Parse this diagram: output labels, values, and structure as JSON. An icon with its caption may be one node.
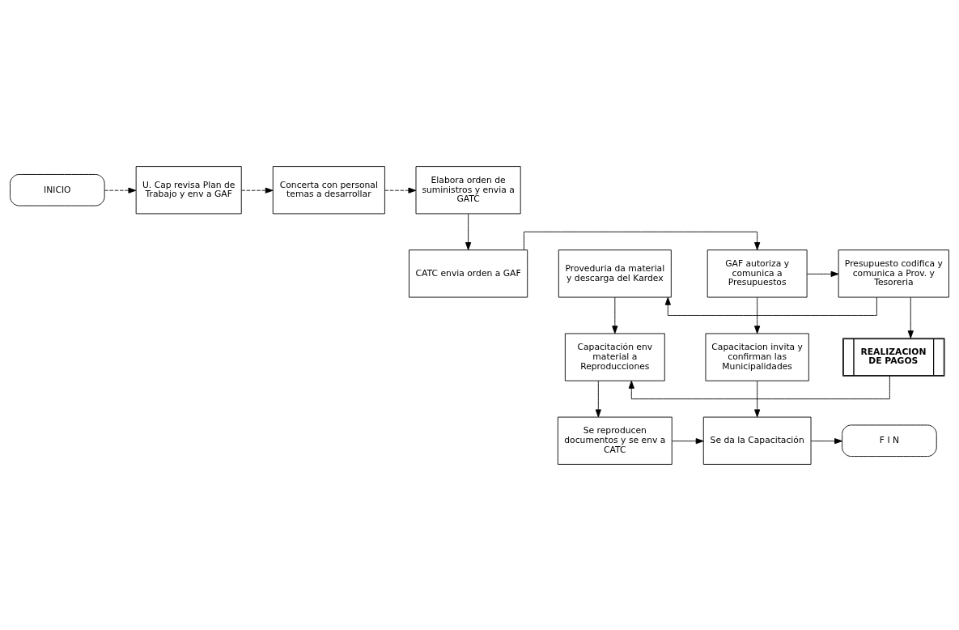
{
  "diagram": {
    "nodes": [
      {
        "text": [
          "INICIO"
        ]
      },
      {
        "text": [
          "U. Cap revisa Plan de Trabajo y env a GAF"
        ]
      },
      {
        "text": [
          "Concerta con personal temas a desarrollar"
        ]
      },
      {
        "text": [
          "Elabora orden de suministros y envia a GATC"
        ]
      },
      {
        "text": [
          "CATC envia orden a GAF"
        ]
      },
      {
        "text": [
          "GAF autoriza y comunica a Presupuestos"
        ]
      },
      {
        "text": [
          "Presupuesto codifica y comunica a Prov. y Tesoreria"
        ]
      },
      {
        "text": [
          "Proveduria da material y descarga del Kardex"
        ]
      },
      {
        "text": [
          "Capacitación env material a Reproducciones"
        ]
      },
      {
        "text": [
          "REALIZACION DE PAGOS"
        ]
      },
      {
        "text": [
          "Capacitacion invita y confirman las Municipalidades"
        ]
      },
      {
        "text": [
          "Se reproducen documentos y se env a CATC"
        ]
      },
      {
        "text": [
          "Se da la Capacitación"
        ]
      },
      {
        "text": [
          "F I N"
        ]
      }
    ],
    "edges": [
      {
        "from": 0,
        "to": 1,
        "arrow": "to",
        "style": "dashed"
      },
      {
        "from": 1,
        "to": 2,
        "arrow": "to",
        "style": "dashed"
      },
      {
        "from": 2,
        "to": 3,
        "arrow": "to",
        "style": "dashed"
      },
      {
        "from": 3,
        "to": 4,
        "arrow": "to"
      },
      {
        "from": 4,
        "to": 5,
        "arrow": "to"
      },
      {
        "from": 5,
        "to": 6,
        "arrow": "to"
      },
      {
        "from": 6,
        "to": 7,
        "arrow": "to"
      },
      {
        "from": 7,
        "to": 8,
        "arrow": "to"
      },
      {
        "from": 6,
        "to": 9,
        "arrow": "to"
      },
      {
        "from": 9,
        "to": 8,
        "arrow": "to"
      },
      {
        "from": 5,
        "to": 10,
        "arrow": "to"
      },
      {
        "from": 8,
        "to": 11,
        "arrow": "to"
      },
      {
        "from": 10,
        "to": 12,
        "arrow": "to"
      },
      {
        "from": 11,
        "to": 12,
        "arrow": "to"
      },
      {
        "from": 12,
        "to": 13,
        "arrow": "to"
      }
    ]
  }
}
